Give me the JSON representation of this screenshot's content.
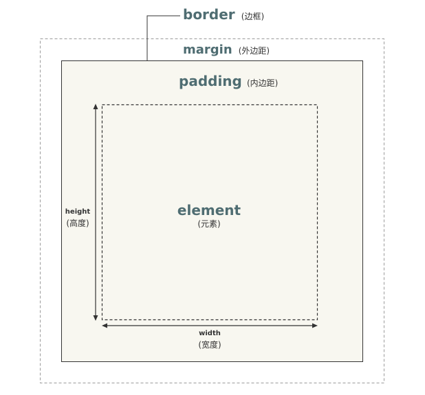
{
  "labels": {
    "border": {
      "text": "border",
      "cn": "(边框)"
    },
    "margin": {
      "text": "margin",
      "cn": "(外边距)"
    },
    "padding": {
      "text": "padding",
      "cn": "(内边距)"
    },
    "element": {
      "text": "element",
      "cn": "(元素)"
    },
    "height": {
      "text": "height",
      "cn": "(高度)"
    },
    "width": {
      "text": "width",
      "cn": "(宽度)"
    }
  },
  "colors": {
    "label_accent": "#4f6d72",
    "border_fill": "#f8f7f0",
    "border_stroke": "#333333",
    "margin_stroke": "#9a9a9a",
    "dashed_stroke": "#333333",
    "arrow": "#333333"
  }
}
